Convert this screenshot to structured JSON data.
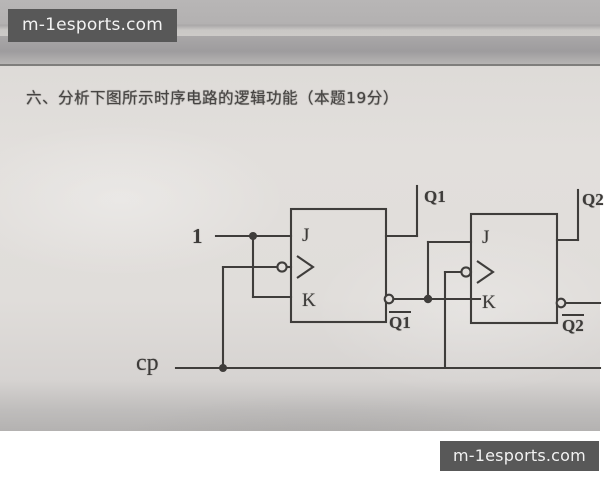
{
  "watermarks": {
    "top": "m-1esports.com",
    "bottom": "m-1esports.com"
  },
  "document": {
    "question_number": "六、",
    "question_text": "六、分析下图所示时序电路的逻辑功能（本题19分）",
    "points": "19分"
  },
  "circuit": {
    "type": "sequential-jk-flipflop-counter",
    "inputs": [
      {
        "name": "logic-one",
        "label": "1"
      },
      {
        "name": "clock",
        "label": "cp"
      }
    ],
    "flipflops": [
      {
        "id": "ff1",
        "pins": {
          "j": "J",
          "k": "K",
          "clock": ">"
        },
        "outputs": {
          "q": "Q1",
          "q_not": "Q1"
        },
        "clock_inverted": true,
        "q_not_inverted_bubble": true
      },
      {
        "id": "ff2",
        "pins": {
          "j": "J",
          "k": "K",
          "clock": ">"
        },
        "outputs": {
          "q": "Q2",
          "q_not": "Q2"
        },
        "clock_inverted": true,
        "q_not_inverted_bubble": true
      }
    ],
    "labels": {
      "one": "1",
      "cp": "cp",
      "j": "J",
      "k": "K",
      "q1": "Q1",
      "q2": "Q2",
      "nq1": "Q1",
      "nq2": "Q2"
    },
    "colors": {
      "ink": "#3d3b39",
      "paper": "#e0ddda",
      "watermark_bg": "#585858",
      "watermark_fg": "#f2f2f2"
    }
  }
}
